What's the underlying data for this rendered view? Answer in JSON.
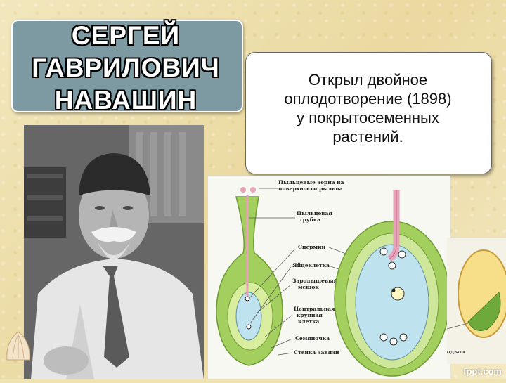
{
  "title_lines": [
    "СЕРГЕЙ",
    "ГАВРИЛОВИЧ",
    "НАВАШИН"
  ],
  "fact_lines": [
    "Открыл двойное",
    "оплодотворение (1898)",
    "у покрытосеменных",
    "растений."
  ],
  "diagram": {
    "labels": [
      "Пыльцевые зерна на",
      "поверхности рыльца",
      "Пыльцевая",
      "трубка",
      "Спермии",
      "Яйцеклетка",
      "Зародышевый",
      "мешок",
      "Центральная",
      "крупная",
      "клетка",
      "Семяпочка",
      "Стенка завязи"
    ],
    "seed_label_fragment": "одыш"
  },
  "logo": "fppt.com",
  "colors": {
    "background": "#efe3b2",
    "name_box": "#7d9aa2",
    "plant_green": "#9bc85a",
    "pollen_tube": "#e8a2b8",
    "sac_blue": "#bfe3ee"
  }
}
